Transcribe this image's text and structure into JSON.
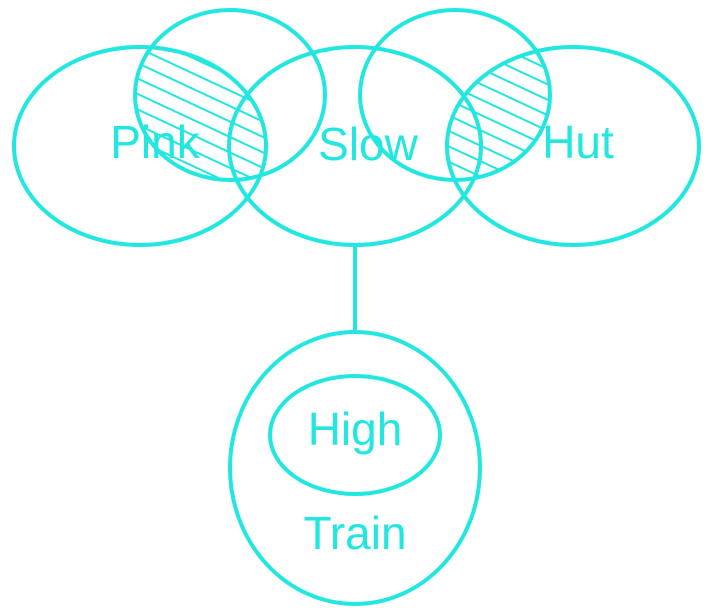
{
  "colors": {
    "stroke": "#22e6e0",
    "text": "#22e6e0",
    "background": "#ffffff"
  },
  "labels": {
    "pink": "Pink",
    "slow": "Slow",
    "hut": "Hut",
    "high": "High",
    "train": "Train"
  }
}
